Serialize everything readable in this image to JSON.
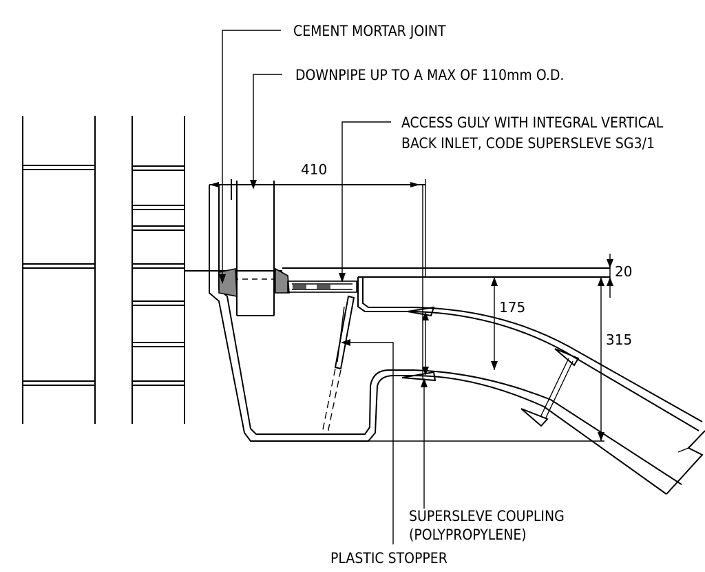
{
  "labels": {
    "cement_mortar_joint": "CEMENT MORTAR JOINT",
    "downpipe": "DOWNPIPE UP TO A MAX OF 110mm O.D.",
    "access_gully_line1": "ACCESS GULY WITH INTEGRAL VERTICAL",
    "access_gully_line2": "BACK INLET, CODE SUPERSLEVE SG3/1",
    "coupling_line1": "SUPERSLEVE COUPLING",
    "coupling_line2": "(POLYPROPYLENE)",
    "plastic_stopper": "PLASTIC STOPPER"
  },
  "dimensions": {
    "width_410": "410",
    "depth_20": "20",
    "depth_175": "175",
    "depth_315": "315"
  }
}
